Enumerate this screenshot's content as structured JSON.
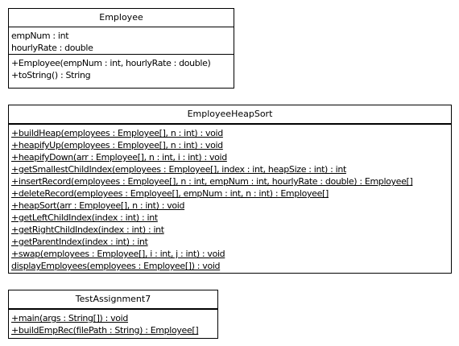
{
  "diagram": {
    "classes": [
      {
        "name": "Employee",
        "attributes": [
          "empNum : int",
          "hourlyRate : double"
        ],
        "operations": [
          "+Employee(empNum : int, hourlyRate : double)",
          "+toString() : String"
        ]
      },
      {
        "name": "EmployeeHeapSort",
        "attributes": [],
        "operations": [
          "+buildHeap(employees : Employee[], n : int) : void",
          "+heapifyUp(employees : Employee[], n : int) : void",
          "+heapifyDown(arr : Employee[], n : int, i : int) : void",
          "+getSmallestChildIndex(employees : Employee[], index : int, heapSize : int) : int",
          "+insertRecord(employees : Employee[], n : int, empNum : int, hourlyRate : double) : Employee[]",
          "+deleteRecord(employees : Employee[], empNum : int, n : int) : Employee[]",
          "+heapSort(arr : Employee[], n : int) : void",
          "+getLeftChildIndex(index : int) : int",
          "+getRightChildIndex(index : int) : int",
          "+getParentIndex(index : int) : int",
          "+swap(employees : Employee[], i : int, j : int) : void",
          "displayEmployees(employees : Employee[]) : void"
        ]
      },
      {
        "name": "TestAssignment7",
        "attributes": [],
        "operations": [
          "+main(args : String[]) : void",
          "+buildEmpRec(filePath : String) : Employee[]"
        ]
      }
    ]
  }
}
